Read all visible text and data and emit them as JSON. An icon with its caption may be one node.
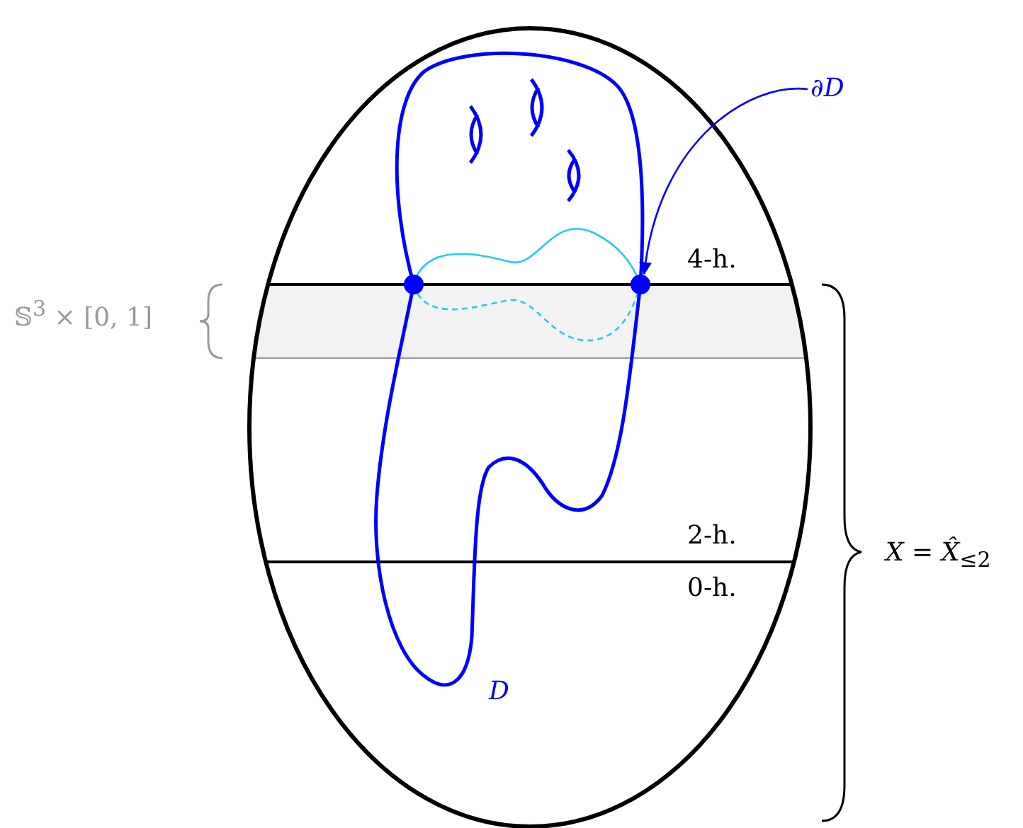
{
  "diagram": {
    "nodes": [
      {
        "text": [
          "∂*D*"
        ]
      },
      {
        "text": [],
        "shape": "circle"
      },
      {
        "text": [],
        "shape": "circle"
      }
    ],
    "edges": [
      {
        "from": 0,
        "to": 2,
        "arrow": "to"
      }
    ],
    "labels": [
      "𝕊$^{3}$ × [0, 1]",
      "4-h.",
      "2-h.",
      "0-h.",
      "*D*",
      "*X* = *X̂*$_{≤2}$"
    ]
  }
}
